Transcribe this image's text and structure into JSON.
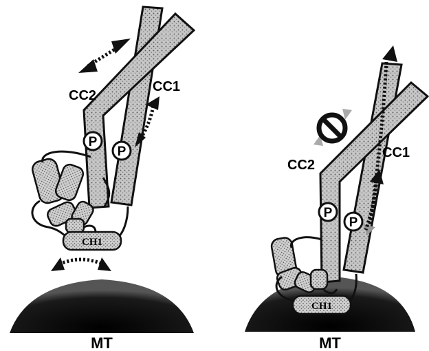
{
  "panels": [
    {
      "id": "left",
      "coil_labels": [
        "CC1",
        "CC2"
      ],
      "phospho_labels": [
        "P",
        "P"
      ],
      "domain_label": "CH1",
      "surface_label": "MT",
      "blocked": false
    },
    {
      "id": "right",
      "coil_labels": [
        "CC1",
        "CC2"
      ],
      "phospho_labels": [
        "P",
        "P"
      ],
      "domain_label": "CH1",
      "surface_label": "MT",
      "blocked": true
    }
  ],
  "colors": {
    "ink": "#111111",
    "stipple_base": "#bdbdbd",
    "microtubule": "#1a1a1a"
  },
  "icons": [
    "double-arrow-icon",
    "prohibition-icon",
    "phosphate-icon"
  ]
}
